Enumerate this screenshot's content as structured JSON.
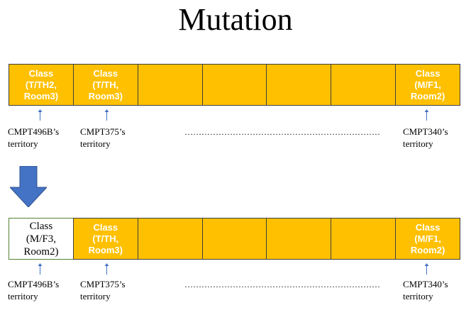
{
  "title": "Mutation",
  "colors": {
    "cell_fill": "#FFC000",
    "cell_text": "#FFFFFF",
    "mutated_fill": "#FFFFFF",
    "mutated_border": "#548235",
    "arrow": "#4472C4"
  },
  "icons": {
    "mutation_arrow": "down-arrow-icon",
    "pointer": "up-arrow-icon"
  },
  "before": {
    "cells": [
      "Class\n(T/TH2,\nRoom3)",
      "Class\n(T/TH,\nRoom3)",
      "",
      "",
      "",
      "",
      "Class\n(M/F1,\nRoom2)"
    ],
    "labels": {
      "first": "CMPT496B’s\nterritory",
      "second": "CMPT375’s\nterritory",
      "ellipsis": "……………………………………………………………",
      "last": "CMPT340’s\nterritory"
    }
  },
  "after": {
    "cells": [
      "Class\n(M/F3,\nRoom2)",
      "Class\n(T/TH,\nRoom3)",
      "",
      "",
      "",
      "",
      "Class\n(M/F1,\nRoom2)"
    ],
    "labels": {
      "first": "CMPT496B’s\nterritory",
      "second": "CMPT375’s\nterritory",
      "ellipsis": "……………………………………………………………",
      "last": "CMPT340’s\nterritory"
    }
  }
}
